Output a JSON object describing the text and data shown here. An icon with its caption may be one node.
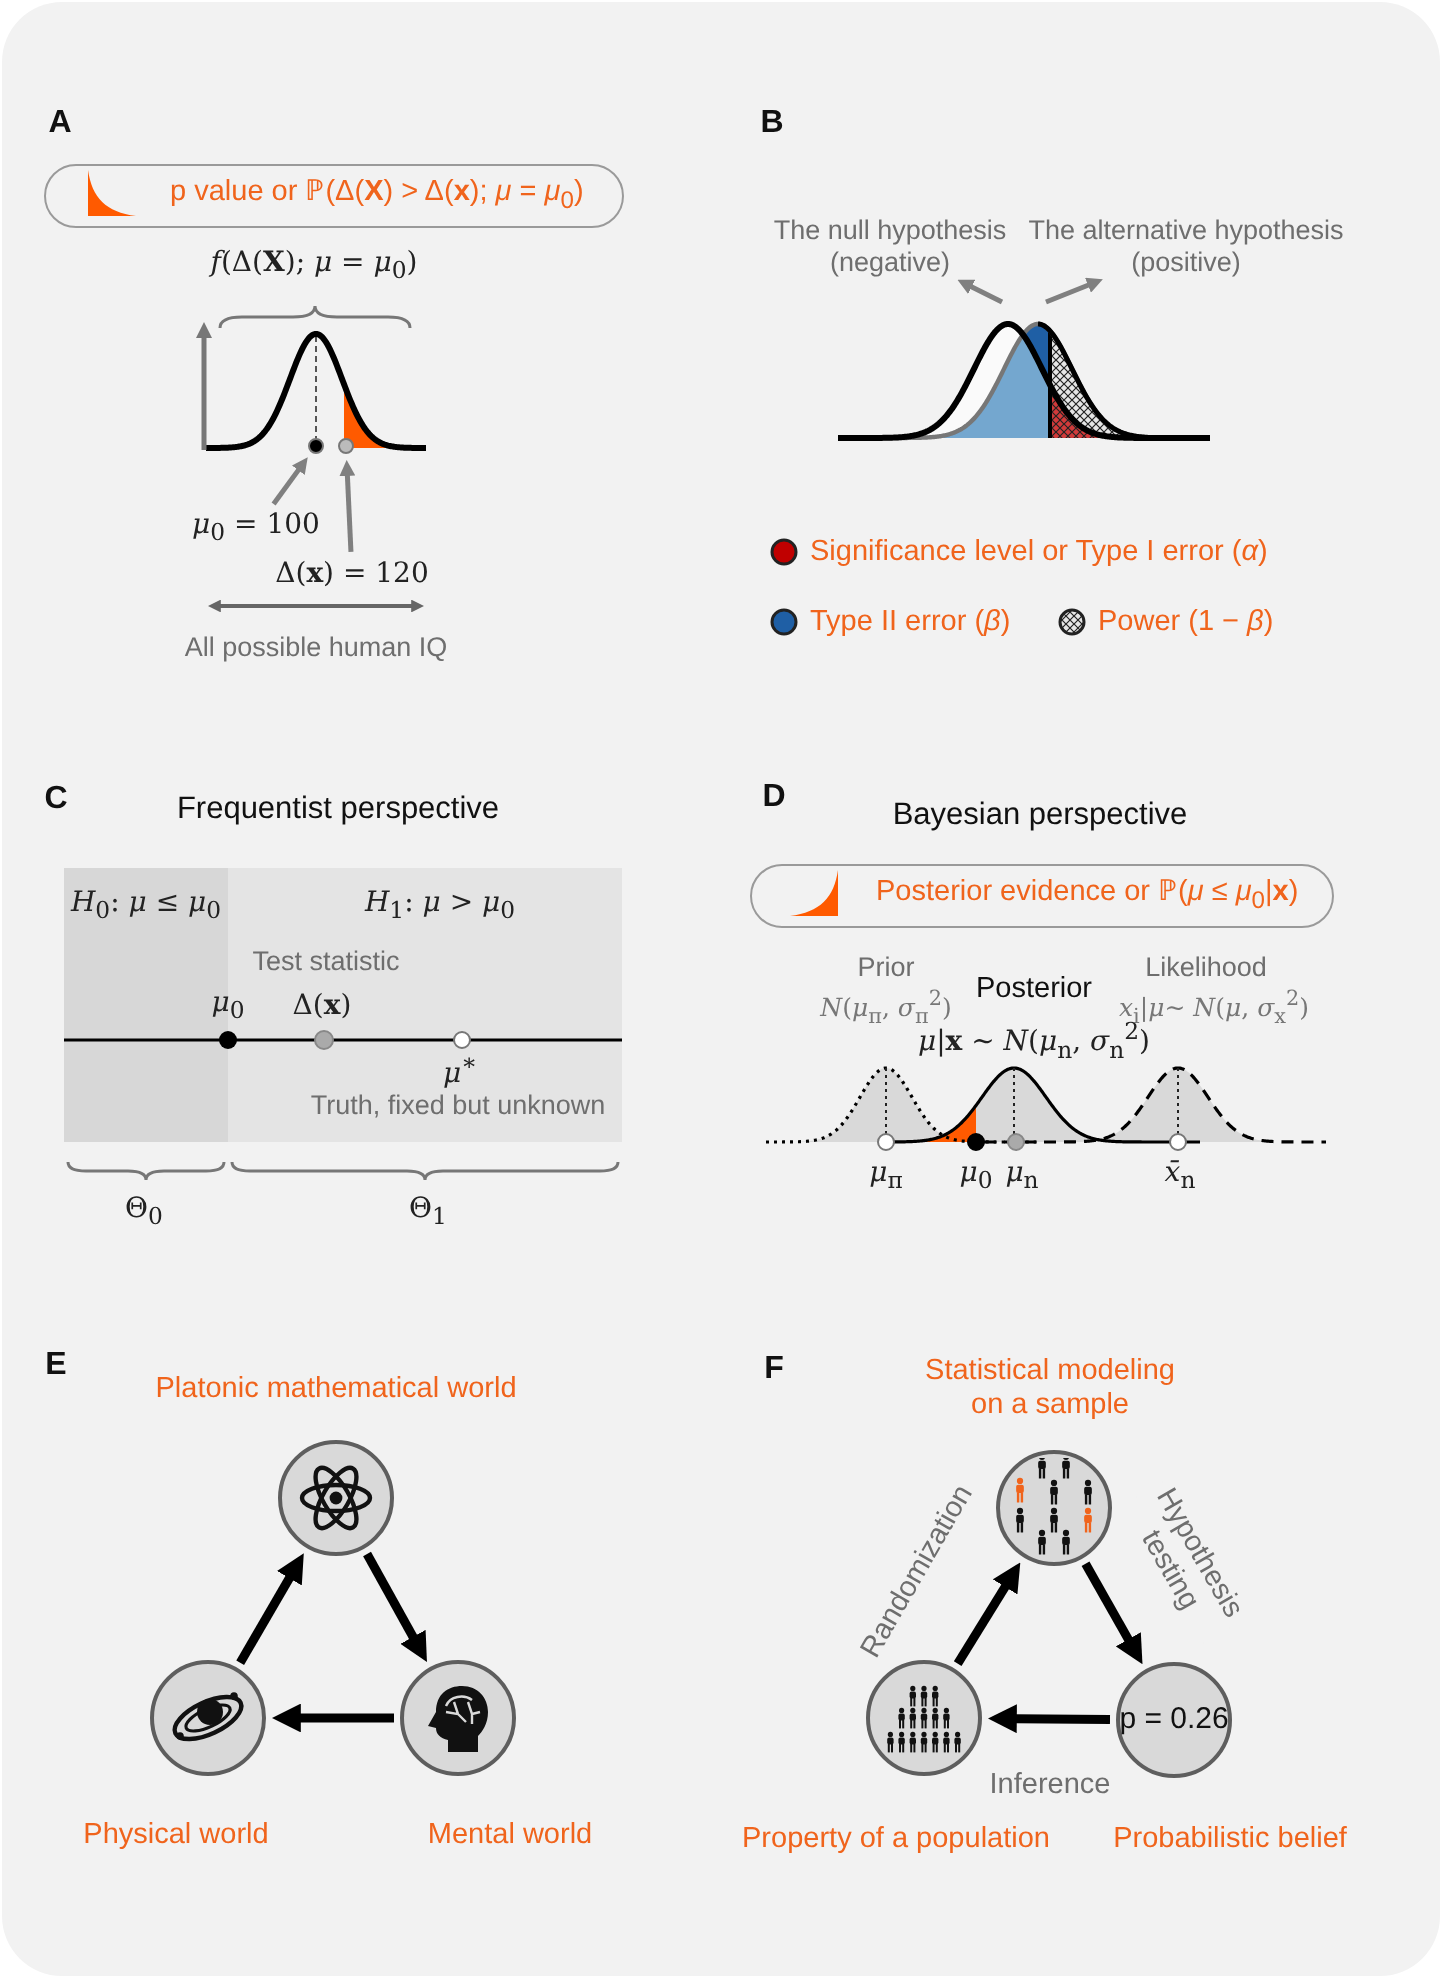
{
  "diagram": {
    "nodes": [
      {
        "text": [
          "p value or ℙ(Δ(**X**) > Δ(**x**); *μ* = *μ*$_{0}$)"
        ]
      },
      {
        "text": [
          "The null hypothesis (negative)"
        ]
      },
      {
        "text": [
          "The alternative hypothesis (positive)"
        ]
      },
      {
        "text": [],
        "shape": "circle"
      },
      {
        "text": [],
        "shape": "circle"
      },
      {
        "text": [
          "*μ*$_{0}$ = 100"
        ]
      },
      {
        "text": [
          "Δ(**x**) = 120"
        ]
      },
      {
        "text": [
          "Posterior evidence or ℙ(*μ* ≤ *μ*$_{0}$|**x**)"
        ]
      },
      {
        "text": [],
        "shape": "circle",
        "beside": [
          "Platonic mathematical world"
        ]
      },
      {
        "text": [],
        "shape": "circle",
        "beside": [
          "Statistical modeling on a sample"
        ]
      },
      {
        "text": [],
        "shape": "circle",
        "beside": [
          "Physical world"
        ]
      },
      {
        "text": [],
        "shape": "circle",
        "beside": [
          "Mental world"
        ]
      },
      {
        "text": [],
        "shape": "circle",
        "beside": [
          "Property of a population"
        ]
      },
      {
        "text": [
          "p = 0.26"
        ],
        "beside": [
          "Probabilistic belief"
        ]
      }
    ],
    "edges": [
      {
        "from": null,
        "to": 1,
        "arrow": "to",
        "color": "#808080"
      },
      {
        "from": null,
        "to": 2,
        "arrow": "to",
        "color": "#808080"
      },
      {
        "from": 5,
        "to": 3,
        "arrow": "to",
        "color": "#808080"
      },
      {
        "from": 6,
        "to": 4,
        "arrow": "to",
        "color": "#808080"
      },
      {
        "from": 10,
        "to": 8,
        "arrow": "to"
      },
      {
        "from": 8,
        "to": 11,
        "arrow": "to"
      },
      {
        "from": 11,
        "to": 10,
        "arrow": "to"
      },
      {
        "from": 12,
        "to": 9,
        "arrow": "to",
        "label": "Randomization"
      },
      {
        "from": 9,
        "to": 13,
        "arrow": "to",
        "label": "Hypothesis testing"
      },
      {
        "from": 13,
        "to": 12,
        "arrow": "to",
        "label": "Inference"
      }
    ],
    "labels": [
      "A",
      "*f*(Δ(**X**); *μ* = *μ*$_{0}$)",
      "All possible human IQ",
      "B",
      "C",
      "Frequentist perspective",
      "*H*$_{0}$: *μ* ≤ *μ*$_{0}$",
      "*H*$_{1}$: *μ* > *μ*$_{0}$",
      "Test statistic",
      "*μ*$_{0}$",
      "Δ(**x**)",
      "*μ*$^{∗}$",
      "Truth, fixed but unknown",
      "Θ$_{0}$",
      "Θ$_{1}$",
      "D",
      "Bayesian perspective",
      "Prior",
      "*N*(*μ*$_{π}$, *σ*$_{π}$$^{2}$)",
      "Posterior",
      "*μ*|**x** ~ *N*(*μ*$_{n}$, *σ*$_{n}$$^{2}$)",
      "Likelihood",
      "*x*$_{i}$|*μ*~ *N*(*μ*, *σ*$_{x}$$^{2}$)",
      "*μ*$_{π}$",
      "*μ*$_{0}$",
      "*μ*$_{n}$",
      "*x̄*$_{n}$",
      "E",
      "F"
    ],
    "legend": [
      {
        "text": "Significance level or Type I error (*α*)",
        "color": "#c00000"
      },
      {
        "text": "Type II error (*β*)",
        "color": "#1f5fa5"
      },
      {
        "text": "Power (1 − *β*)"
      }
    ]
  }
}
